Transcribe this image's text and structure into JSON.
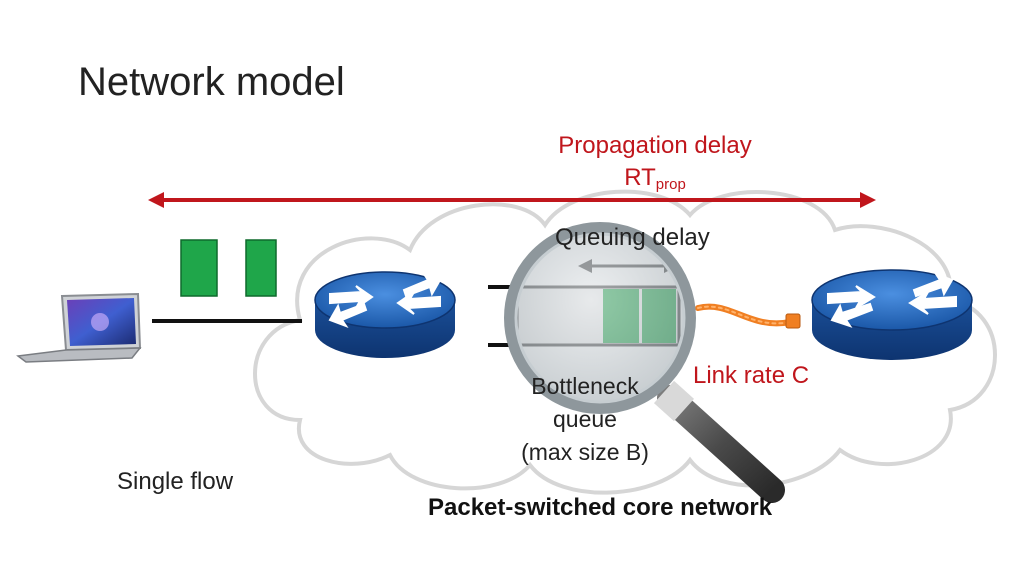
{
  "slide": {
    "title": "Network model",
    "propagation_delay": "Propagation delay",
    "rt_main": "RT",
    "rt_sub": "prop",
    "queuing_delay": "Queuing delay",
    "link_rate": "Link rate C",
    "bottleneck_line1": "Bottleneck",
    "bottleneck_line2": "queue",
    "bottleneck_line3": "(max size B)",
    "single_flow": "Single flow",
    "core_network": "Packet-switched core network"
  },
  "colors": {
    "accent_red": "#c0161c",
    "packet_green": "#1fa64a",
    "router_blue": "#1d5fae",
    "cable_orange": "#f07f22"
  },
  "icons": [
    "laptop-icon",
    "router-icon",
    "magnifier-icon",
    "cloud-icon",
    "cable-icon"
  ]
}
